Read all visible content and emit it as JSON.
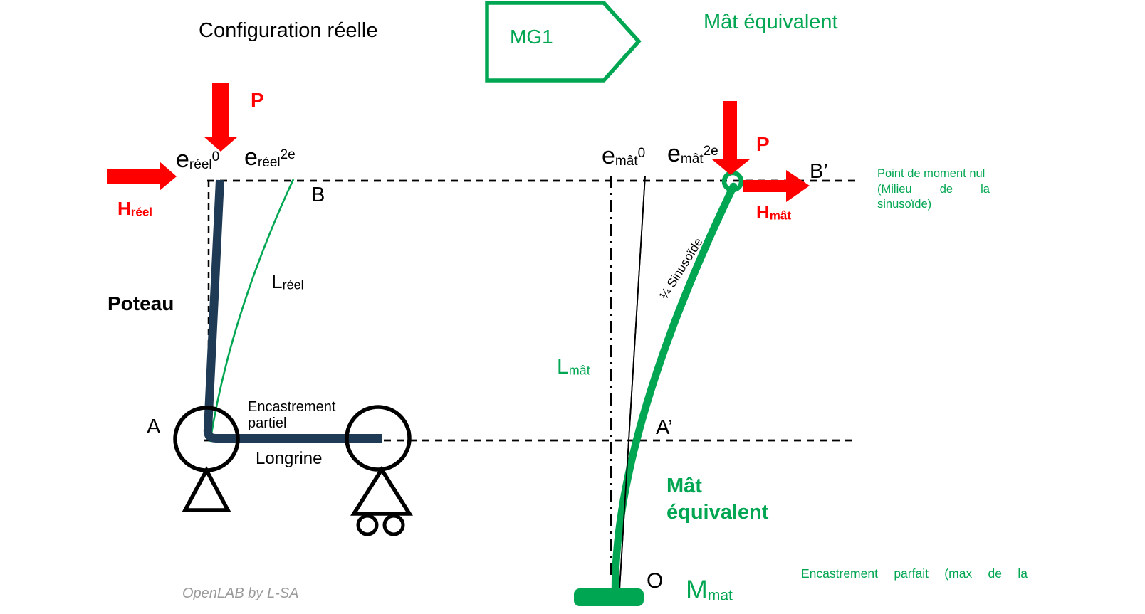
{
  "colors": {
    "accent_green": "#00A651",
    "accent_red": "#FF0000",
    "member_navy": "#1F3A54",
    "text_black": "#000000",
    "watermark_gray": "#9a9a9a"
  },
  "header": {
    "left_title": "Configuration réelle",
    "badge": "MG1",
    "right_title": "Mât équivalent"
  },
  "left": {
    "p": "P",
    "h": {
      "base": "H",
      "sub": "réel"
    },
    "e0": {
      "base": "e",
      "sub": "réel",
      "sup": "0"
    },
    "e2e": {
      "base": "e",
      "sub": "réel",
      "sup": "2e"
    },
    "b": "B",
    "l": {
      "base": "L",
      "sub": "réel"
    },
    "poteau": "Poteau",
    "a": "A",
    "encastrement": "Encastrement partiel",
    "longrine": "Longrine"
  },
  "right": {
    "e0": {
      "base": "e",
      "sub": "mât",
      "sup": "0"
    },
    "e2e": {
      "base": "e",
      "sub": "mât",
      "sup": "2e"
    },
    "p": "P",
    "h": {
      "base": "H",
      "sub": "mât"
    },
    "b": "B’",
    "moment_note": [
      "Point de moment nul",
      "(Milieu de la sinusoïde)"
    ],
    "sinusoid": "¼ Sinusoïde",
    "l": {
      "base": "L",
      "sub": "mât"
    },
    "a": "A’",
    "mast_title": [
      "Mât",
      "équivalent"
    ],
    "o": "O",
    "m": {
      "base": "M",
      "sub": "mat"
    },
    "base_note": "Encastrement parfait (max de la"
  },
  "footer": {
    "watermark": "OpenLAB by L-SA"
  }
}
